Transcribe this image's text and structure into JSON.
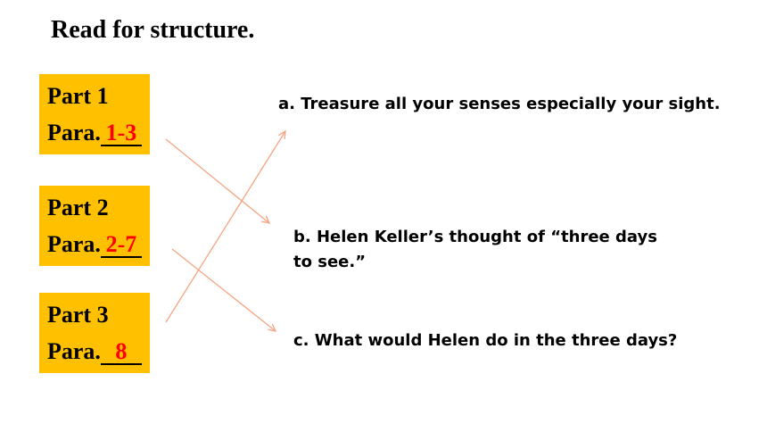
{
  "title": "Read for structure.",
  "parts": [
    {
      "label": "Part 1",
      "para_prefix": "Para.",
      "para_answer": "1-3"
    },
    {
      "label": "Part 2",
      "para_prefix": "Para.",
      "para_answer": "2-7"
    },
    {
      "label": "Part 3",
      "para_prefix": "Para.",
      "para_answer": "8"
    }
  ],
  "descriptions": [
    {
      "text": "a. Treasure all your senses especially your sight."
    },
    {
      "text": "b. Helen Keller’s thought of “three days to see.”"
    },
    {
      "text": "c. What would Helen do in the three days?"
    }
  ],
  "colors": {
    "box_fill": "#ffc000",
    "answer_text": "#ff0000",
    "connector_line": "#f4a582"
  }
}
